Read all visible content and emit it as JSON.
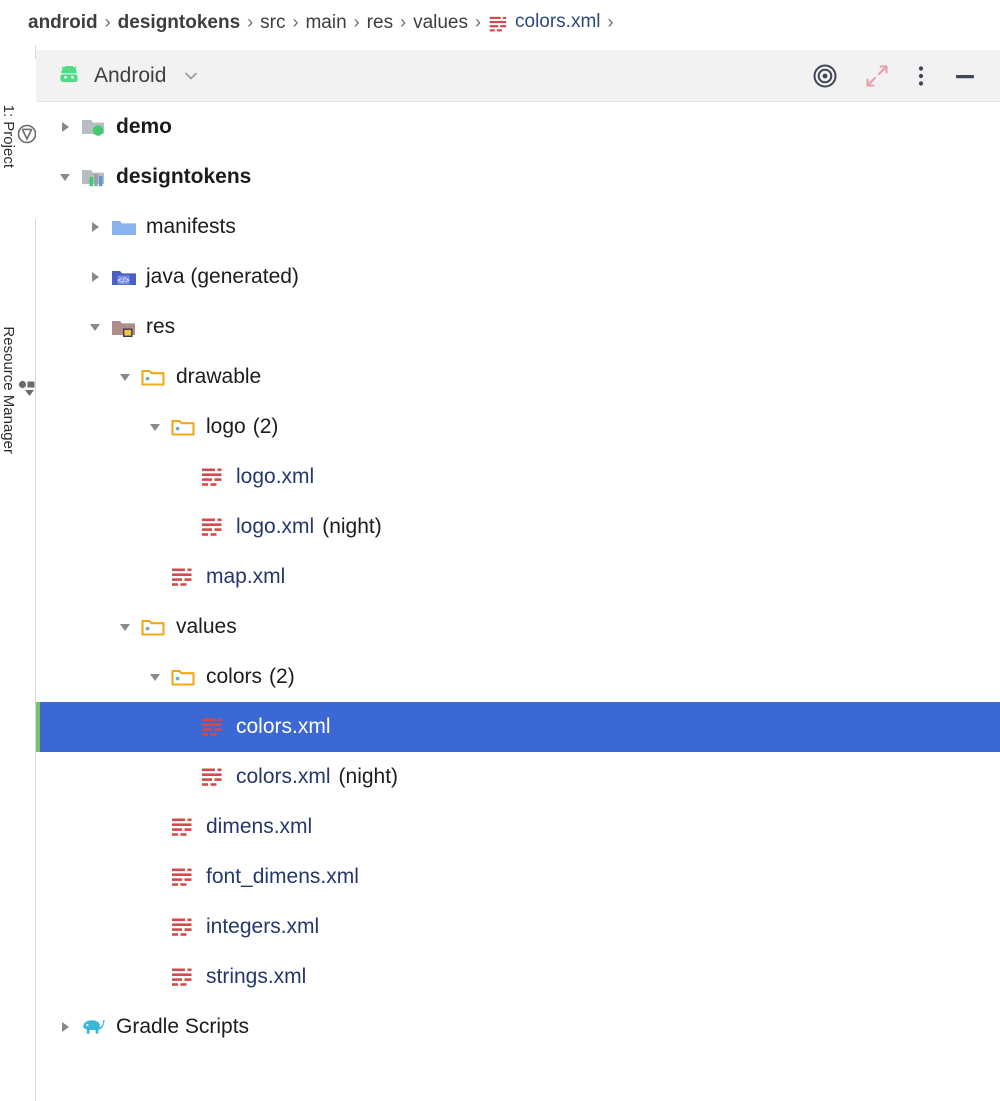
{
  "breadcrumb": {
    "name": "breadcrumb",
    "items": [
      {
        "label": "android",
        "style": "bold",
        "icon": null
      },
      {
        "label": "designtokens",
        "style": "bold",
        "icon": null
      },
      {
        "label": "src",
        "style": "normal",
        "icon": null
      },
      {
        "label": "main",
        "style": "normal",
        "icon": null
      },
      {
        "label": "res",
        "style": "normal",
        "icon": null
      },
      {
        "label": "values",
        "style": "normal",
        "icon": null
      },
      {
        "label": "colors.xml",
        "style": "link",
        "icon": "xml-file-icon"
      }
    ],
    "separator": "›"
  },
  "toolstrip": {
    "tabs": [
      {
        "label": "1: Project",
        "icon": "project-structure-icon",
        "active": true
      },
      {
        "label": "Resource Manager",
        "icon": "resource-shapes-icon",
        "active": false
      }
    ]
  },
  "panel_header": {
    "title": "Android",
    "droid_icon": "android-robot-icon",
    "dropdown_icon": "chevron-down-icon",
    "actions": [
      {
        "name": "select-opened-file-button",
        "icon": "target-icon"
      },
      {
        "name": "collapse-all-button",
        "icon": "collapse-all-icon"
      },
      {
        "name": "options-menu-button",
        "icon": "more-vertical-icon"
      },
      {
        "name": "hide-panel-button",
        "icon": "minimize-icon"
      }
    ]
  },
  "colors": {
    "selection_background": "#3b68d4",
    "selection_stripe": "#77c368",
    "file_text": "#24386b",
    "xml_icon": "#d44a4a",
    "folder_yellow": "#f0a818",
    "android_green": "#4ddb86",
    "gradle_teal": "#3ab7d9",
    "header_background": "#f2f2f2"
  },
  "tree": {
    "rows": [
      {
        "depth": 0,
        "arrow": "collapsed",
        "icon": "module-app-icon",
        "label": "demo",
        "bold": true,
        "file": false,
        "suffix": "",
        "count": "",
        "selected": false
      },
      {
        "depth": 0,
        "arrow": "expanded",
        "icon": "module-library-icon",
        "label": "designtokens",
        "bold": true,
        "file": false,
        "suffix": "",
        "count": "",
        "selected": false
      },
      {
        "depth": 1,
        "arrow": "collapsed",
        "icon": "folder-blue-icon",
        "label": "manifests",
        "bold": false,
        "file": false,
        "suffix": "",
        "count": "",
        "selected": false
      },
      {
        "depth": 1,
        "arrow": "collapsed",
        "icon": "folder-java-icon",
        "label": "java (generated)",
        "bold": false,
        "file": false,
        "suffix": "",
        "count": "",
        "selected": false
      },
      {
        "depth": 1,
        "arrow": "expanded",
        "icon": "folder-res-icon",
        "label": "res",
        "bold": false,
        "file": false,
        "suffix": "",
        "count": "",
        "selected": false
      },
      {
        "depth": 2,
        "arrow": "expanded",
        "icon": "folder-yellow-icon",
        "label": "drawable",
        "bold": false,
        "file": false,
        "suffix": "",
        "count": "",
        "selected": false
      },
      {
        "depth": 3,
        "arrow": "expanded",
        "icon": "folder-yellow-icon",
        "label": "logo",
        "bold": false,
        "file": false,
        "suffix": "",
        "count": "(2)",
        "selected": false
      },
      {
        "depth": 4,
        "arrow": "none",
        "icon": "xml-file-icon",
        "label": "logo.xml",
        "bold": false,
        "file": true,
        "suffix": "",
        "count": "",
        "selected": false
      },
      {
        "depth": 4,
        "arrow": "none",
        "icon": "xml-file-icon",
        "label": "logo.xml",
        "bold": false,
        "file": true,
        "suffix": "(night)",
        "count": "",
        "selected": false
      },
      {
        "depth": 3,
        "arrow": "none",
        "icon": "xml-file-icon",
        "label": "map.xml",
        "bold": false,
        "file": true,
        "suffix": "",
        "count": "",
        "selected": false
      },
      {
        "depth": 2,
        "arrow": "expanded",
        "icon": "folder-yellow-icon",
        "label": "values",
        "bold": false,
        "file": false,
        "suffix": "",
        "count": "",
        "selected": false
      },
      {
        "depth": 3,
        "arrow": "expanded",
        "icon": "folder-yellow-icon",
        "label": "colors",
        "bold": false,
        "file": false,
        "suffix": "",
        "count": "(2)",
        "selected": false
      },
      {
        "depth": 4,
        "arrow": "none",
        "icon": "xml-file-icon",
        "label": "colors.xml",
        "bold": false,
        "file": true,
        "suffix": "",
        "count": "",
        "selected": true
      },
      {
        "depth": 4,
        "arrow": "none",
        "icon": "xml-file-icon",
        "label": "colors.xml",
        "bold": false,
        "file": true,
        "suffix": "(night)",
        "count": "",
        "selected": false
      },
      {
        "depth": 3,
        "arrow": "none",
        "icon": "xml-file-icon",
        "label": "dimens.xml",
        "bold": false,
        "file": true,
        "suffix": "",
        "count": "",
        "selected": false
      },
      {
        "depth": 3,
        "arrow": "none",
        "icon": "xml-file-icon",
        "label": "font_dimens.xml",
        "bold": false,
        "file": true,
        "suffix": "",
        "count": "",
        "selected": false
      },
      {
        "depth": 3,
        "arrow": "none",
        "icon": "xml-file-icon",
        "label": "integers.xml",
        "bold": false,
        "file": true,
        "suffix": "",
        "count": "",
        "selected": false
      },
      {
        "depth": 3,
        "arrow": "none",
        "icon": "xml-file-icon",
        "label": "strings.xml",
        "bold": false,
        "file": true,
        "suffix": "",
        "count": "",
        "selected": false
      },
      {
        "depth": 0,
        "arrow": "collapsed",
        "icon": "gradle-elephant-icon",
        "label": "Gradle Scripts",
        "bold": false,
        "file": false,
        "suffix": "",
        "count": "",
        "selected": false
      }
    ]
  }
}
